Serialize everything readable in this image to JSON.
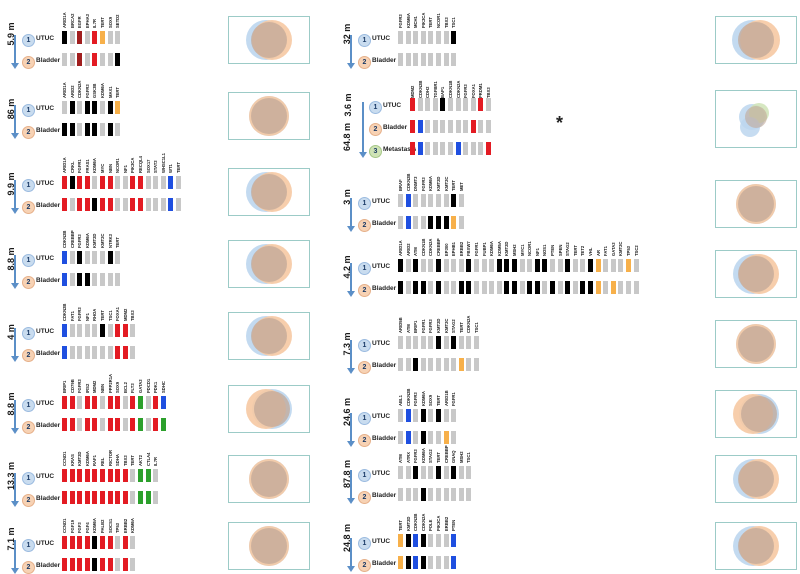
{
  "colors": {
    "gray": "#c8c8c8",
    "red": "#e31b23",
    "blue": "#1f4fe0",
    "black": "#000000",
    "lightgreen": "#a6d96a",
    "darkgreen": "#2ca02c",
    "orange": "#f7b04a",
    "darkred": "#a01e1e",
    "utuc_circle": "#bcd6ee",
    "bladder_circle": "#f6c9a3",
    "overlap": "#c2a898",
    "venn_border": "#9ccbc7"
  },
  "labels": {
    "utuc": "UTUC",
    "bladder": "Bladder",
    "metastasis": "Metastasis",
    "one": "1",
    "two": "2",
    "three": "3",
    "star": "*"
  },
  "cases": [
    {
      "time": "5.9 m",
      "genes": [
        "ARID1A",
        "BRCA2",
        "EGFR",
        "EPHA3",
        "IL7R",
        "TERT",
        "SOX9",
        "SETD2"
      ],
      "rows": [
        [
          "black",
          "gray",
          "darkred",
          "gray",
          "red",
          "orange",
          "gray",
          "gray"
        ],
        [
          "gray",
          "gray",
          "darkred",
          "gray",
          "red",
          "gray",
          "gray",
          "black"
        ]
      ]
    },
    {
      "time": "86 m",
      "genes": [
        "ARID1A",
        "ARID2",
        "CDKN2A",
        "FGFR3",
        "GSK3B",
        "KDM6A",
        "MAX1",
        "TERT"
      ],
      "rows": [
        [
          "gray",
          "black",
          "gray",
          "black",
          "black",
          "gray",
          "black",
          "orange"
        ],
        [
          "black",
          "black",
          "gray",
          "black",
          "black",
          "gray",
          "black",
          "gray"
        ]
      ]
    },
    {
      "time": "9.9 m",
      "genes": [
        "ARID1A",
        "CRKL",
        "FGFR1",
        "FRAS1",
        "KDM6A",
        "MYC",
        "NBN",
        "NCOR1",
        "NF1",
        "PIK3CA",
        "RECQL4",
        "SOX17",
        "STAT3",
        "WHSC1L1",
        "WT1",
        "TERT"
      ],
      "rows": [
        [
          "red",
          "black",
          "red",
          "red",
          "gray",
          "red",
          "red",
          "gray",
          "gray",
          "red",
          "red",
          "gray",
          "gray",
          "gray",
          "blue",
          "gray"
        ],
        [
          "red",
          "gray",
          "red",
          "red",
          "black",
          "red",
          "red",
          "gray",
          "gray",
          "red",
          "red",
          "gray",
          "gray",
          "gray",
          "blue",
          "gray"
        ]
      ]
    },
    {
      "time": "8.8 m",
      "genes": [
        "CDKN2B",
        "CREBBP",
        "FGFR3",
        "KDM6A",
        "KMT2D",
        "KMT2C",
        "NTRK3",
        "TERT"
      ],
      "rows": [
        [
          "blue",
          "gray",
          "black",
          "gray",
          "gray",
          "gray",
          "black",
          "gray"
        ],
        [
          "blue",
          "gray",
          "black",
          "black",
          "gray",
          "gray",
          "gray",
          "gray"
        ]
      ]
    },
    {
      "time": "4 m",
      "genes": [
        "CDKN2B",
        "FAT1",
        "FGFR3",
        "NF1",
        "RHOA",
        "TERT",
        "TSC1",
        "FOXA1",
        "MDM2",
        "TBX3"
      ],
      "rows": [
        [
          "blue",
          "gray",
          "gray",
          "gray",
          "gray",
          "black",
          "gray",
          "red",
          "red",
          "gray"
        ],
        [
          "blue",
          "gray",
          "gray",
          "gray",
          "gray",
          "gray",
          "gray",
          "red",
          "red",
          "gray"
        ]
      ]
    },
    {
      "time": "8.8 m",
      "genes": [
        "BRIP1",
        "CD79B",
        "FGFR3",
        "IRS2",
        "MDM2",
        "NBN",
        "PPP2R1A",
        "SOX9",
        "BCL2",
        "FLT3",
        "GATA3",
        "PDCD1",
        "PDK1",
        "SDHC"
      ],
      "rows": [
        [
          "red",
          "red",
          "gray",
          "red",
          "red",
          "gray",
          "red",
          "red",
          "gray",
          "red",
          "darkgreen",
          "gray",
          "red",
          "blue"
        ],
        [
          "red",
          "red",
          "gray",
          "red",
          "red",
          "gray",
          "red",
          "red",
          "gray",
          "red",
          "darkgreen",
          "gray",
          "red",
          "darkgreen"
        ]
      ]
    },
    {
      "time": "13.3 m",
      "genes": [
        "CCND1",
        "KRAS",
        "KMT2D",
        "KDM6A",
        "RAF1",
        "REL",
        "RICTOR",
        "SDHA",
        "TBX3",
        "TERT",
        "AKT2",
        "CTLA4",
        "IL7R"
      ],
      "rows": [
        [
          "red",
          "red",
          "red",
          "red",
          "red",
          "red",
          "red",
          "red",
          "red",
          "gray",
          "darkgreen",
          "darkgreen",
          "gray"
        ],
        [
          "red",
          "red",
          "red",
          "red",
          "red",
          "red",
          "red",
          "red",
          "red",
          "gray",
          "darkgreen",
          "darkgreen",
          "gray"
        ]
      ]
    },
    {
      "time": "7.1 m",
      "genes": [
        "CCND1",
        "FGF19",
        "FGF3",
        "FGF4",
        "KDM6A",
        "PALB2",
        "SOCS1",
        "TP53",
        "ERBB2",
        "KDM6A"
      ],
      "rows": [
        [
          "red",
          "red",
          "red",
          "red",
          "black",
          "red",
          "red",
          "gray",
          "red",
          "gray"
        ],
        [
          "red",
          "red",
          "red",
          "red",
          "black",
          "red",
          "red",
          "gray",
          "red",
          "gray"
        ]
      ]
    },
    {
      "time": "32 m",
      "genes": [
        "FGFR3",
        "KDM6A",
        "MCH1",
        "PIK3CA",
        "TERT",
        "NCOR1",
        "TBX3",
        "TSC1"
      ],
      "rows": [
        [
          "gray",
          "gray",
          "gray",
          "gray",
          "gray",
          "gray",
          "gray",
          "black"
        ],
        [
          "gray",
          "gray",
          "gray",
          "gray",
          "gray",
          "gray",
          "gray",
          "gray"
        ]
      ]
    },
    {
      "time": "3.6 m",
      "time2": "64.8 m",
      "genes": [
        "MDM2",
        "CDKN2B",
        "CDH2",
        "TGFBR1",
        "BAP1",
        "CDKN1B",
        "CDKN2A",
        "FGFR3",
        "FOXA1",
        "PRDM1",
        "TBX3"
      ],
      "rows": [
        [
          "red",
          "gray",
          "gray",
          "gray",
          "black",
          "gray",
          "gray",
          "gray",
          "gray",
          "red",
          "gray"
        ],
        [
          "red",
          "blue",
          "gray",
          "gray",
          "gray",
          "gray",
          "gray",
          "gray",
          "red",
          "gray",
          "gray"
        ],
        [
          "red",
          "blue",
          "gray",
          "gray",
          "gray",
          "gray",
          "blue",
          "gray",
          "gray",
          "gray",
          "red"
        ]
      ]
    },
    {
      "time": "3 m",
      "genes": [
        "BRAF",
        "CDKN2B",
        "DNMT3",
        "FGFR3",
        "KDM6A",
        "KMT2D",
        "KMT2C",
        "TERT",
        "MET"
      ],
      "rows": [
        [
          "gray",
          "blue",
          "gray",
          "gray",
          "gray",
          "gray",
          "gray",
          "black",
          "gray"
        ],
        [
          "gray",
          "blue",
          "gray",
          "gray",
          "black",
          "black",
          "black",
          "orange",
          "gray"
        ]
      ]
    },
    {
      "time": "4.2 m",
      "genes": [
        "ARID1A",
        "ARID2",
        "ATM",
        "CDKN1B",
        "CDKN2A",
        "CREBBP",
        "EP300",
        "EPHB1",
        "ERBB2",
        "FBXW7",
        "FGFR1",
        "FUBP1",
        "KDM6A",
        "KDM5A",
        "KMT2D",
        "MSH2",
        "MYC1",
        "NCOR1",
        "NF1",
        "NOS1",
        "PTEN",
        "SPEN",
        "STAG2",
        "TERT",
        "TET2",
        "VHL",
        "AR",
        "FAT1",
        "GATA3",
        "KMT2C",
        "TP53",
        "TSC2"
      ],
      "rows": [
        [
          "black",
          "gray",
          "black",
          "gray",
          "gray",
          "black",
          "gray",
          "gray",
          "gray",
          "black",
          "gray",
          "gray",
          "gray",
          "black",
          "black",
          "black",
          "gray",
          "gray",
          "black",
          "black",
          "gray",
          "gray",
          "black",
          "gray",
          "gray",
          "black",
          "orange",
          "gray",
          "gray",
          "gray",
          "orange",
          "gray"
        ],
        [
          "black",
          "gray",
          "black",
          "black",
          "gray",
          "black",
          "gray",
          "gray",
          "black",
          "black",
          "gray",
          "gray",
          "gray",
          "gray",
          "black",
          "black",
          "gray",
          "black",
          "black",
          "gray",
          "black",
          "gray",
          "black",
          "gray",
          "black",
          "black",
          "orange",
          "gray",
          "orange",
          "gray",
          "gray",
          "gray"
        ]
      ]
    },
    {
      "time": "7.3 m",
      "genes": [
        "ARID5B",
        "ATM",
        "BRIP1",
        "FGFR1",
        "FGFR3",
        "KMT2D",
        "KMT2C",
        "STAG2",
        "TERT",
        "CDKN2A",
        "TSC1"
      ],
      "rows": [
        [
          "gray",
          "gray",
          "gray",
          "gray",
          "gray",
          "black",
          "gray",
          "black",
          "gray",
          "gray",
          "gray"
        ],
        [
          "gray",
          "gray",
          "black",
          "gray",
          "gray",
          "gray",
          "gray",
          "gray",
          "orange",
          "gray",
          "gray"
        ]
      ]
    },
    {
      "time": "24.6 m",
      "genes": [
        "ABL1",
        "CDKN2B",
        "FGFR3",
        "KDM6A",
        "SOX9",
        "TERT",
        "ARID1B",
        "FGFR1"
      ],
      "rows": [
        [
          "gray",
          "blue",
          "gray",
          "black",
          "gray",
          "black",
          "gray",
          "gray"
        ],
        [
          "gray",
          "blue",
          "gray",
          "black",
          "gray",
          "gray",
          "orange",
          "gray"
        ]
      ]
    },
    {
      "time": "87.8 m",
      "genes": [
        "ATM",
        "ATRX",
        "FGFR3",
        "KDM6A",
        "STAG2",
        "TERT",
        "CREBBP",
        "GNAQ",
        "MSH2",
        "TSC1"
      ],
      "rows": [
        [
          "gray",
          "gray",
          "black",
          "gray",
          "gray",
          "black",
          "gray",
          "black",
          "gray",
          "gray"
        ],
        [
          "gray",
          "gray",
          "gray",
          "black",
          "gray",
          "gray",
          "gray",
          "gray",
          "gray",
          "gray"
        ]
      ]
    },
    {
      "time": "24.8 m",
      "genes": [
        "TERT",
        "KMT2D",
        "CDKN2B",
        "CDKN2A",
        "POLE",
        "PIK3CA",
        "ERBB2",
        "PTEN"
      ],
      "rows": [
        [
          "orange",
          "black",
          "blue",
          "black",
          "gray",
          "gray",
          "gray",
          "blue"
        ],
        [
          "orange",
          "black",
          "blue",
          "black",
          "gray",
          "gray",
          "gray",
          "blue"
        ]
      ]
    }
  ]
}
